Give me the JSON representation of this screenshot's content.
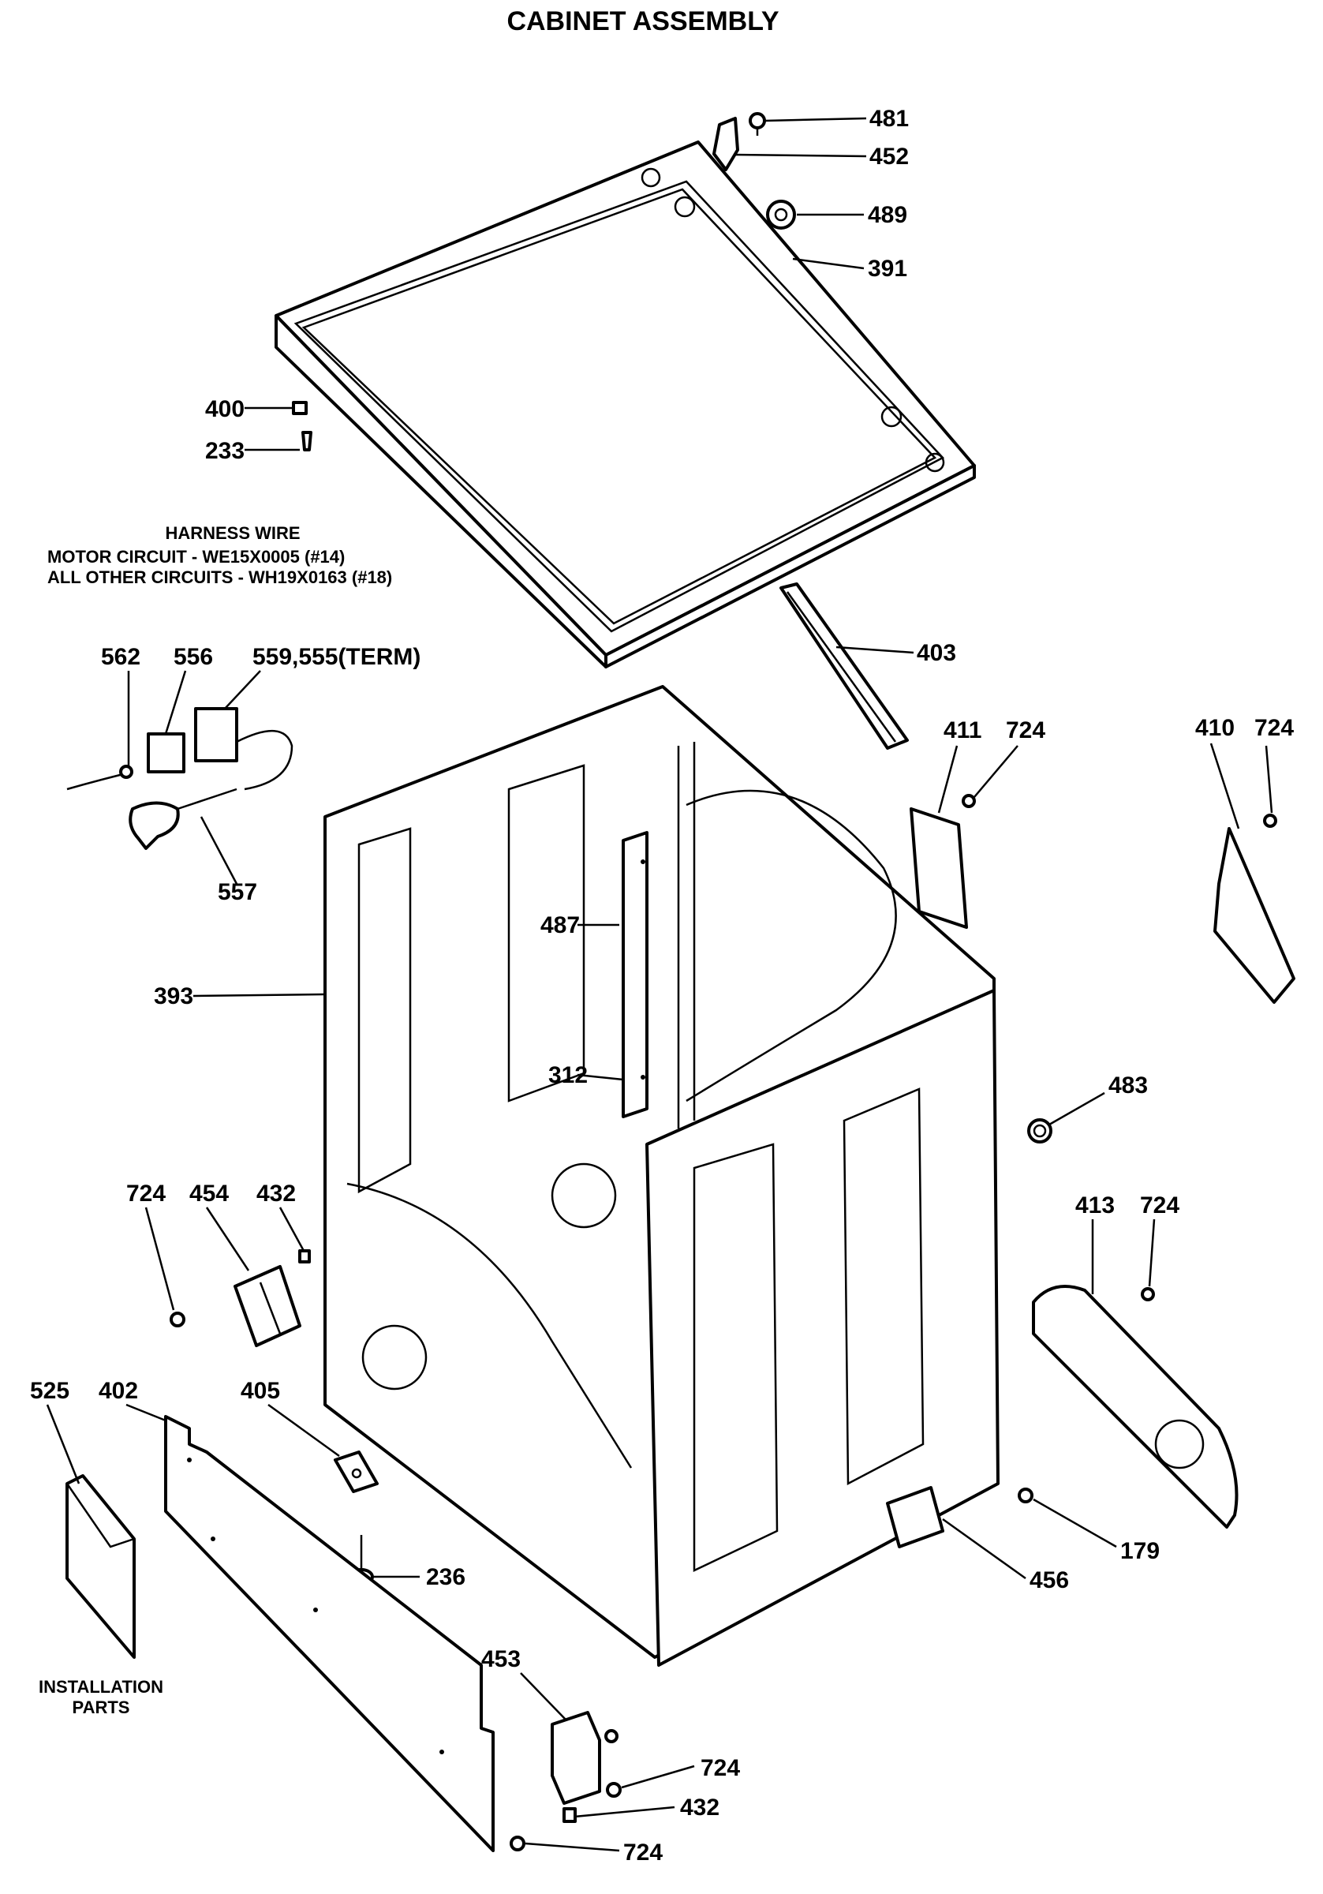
{
  "title": "CABINET ASSEMBLY",
  "harness_note": {
    "heading": "HARNESS WIRE",
    "line1": "MOTOR CIRCUIT - WE15X0005 (#14)",
    "line2": "ALL OTHER CIRCUITS - WH19X0163 (#18)"
  },
  "installation_label": {
    "line1": "INSTALLATION",
    "line2": "PARTS"
  },
  "callouts": {
    "c481": "481",
    "c452": "452",
    "c489": "489",
    "c391": "391",
    "c400": "400",
    "c233": "233",
    "c562": "562",
    "c556": "556",
    "c559": "559,555(TERM)",
    "c557": "557",
    "c403": "403",
    "c411": "411",
    "c724_a": "724",
    "c410": "410",
    "c724_b": "724",
    "c487": "487",
    "c393": "393",
    "c312": "312",
    "c483": "483",
    "c724_c": "724",
    "c454": "454",
    "c432_a": "432",
    "c413": "413",
    "c724_d": "724",
    "c525": "525",
    "c402": "402",
    "c405": "405",
    "c236": "236",
    "c179": "179",
    "c456": "456",
    "c453": "453",
    "c724_e": "724",
    "c432_b": "432",
    "c724_f": "724"
  }
}
